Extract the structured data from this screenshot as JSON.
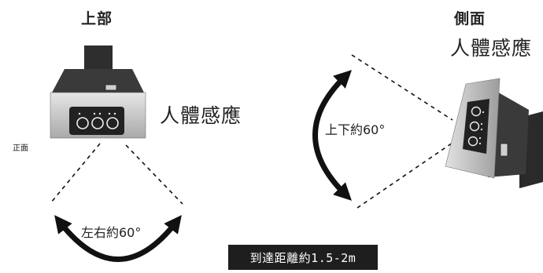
{
  "views": {
    "top_title": "上部",
    "side_title": "側面"
  },
  "labels": {
    "sensing_left": "人體感應",
    "sensing_right": "人體感應",
    "front": "正面",
    "angle_left_right": "左右約60°",
    "angle_up_down": "上下約60°",
    "distance": "到達距離約1.5-2m"
  },
  "colors": {
    "device_body": "#3a3a3a",
    "device_panel": "#2b2b2b",
    "device_face": "#cfcfcf",
    "arrow": "#111111",
    "distance_box": "#1e1e1e"
  }
}
